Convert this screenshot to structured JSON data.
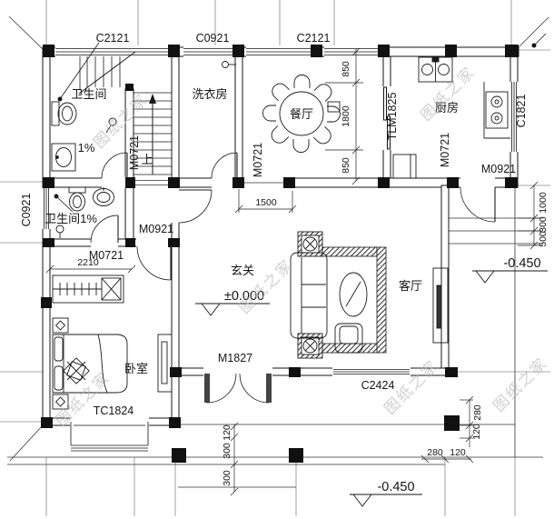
{
  "watermark": {
    "text": "图纸之家"
  },
  "rooms": {
    "bathroom_top": "卫生间",
    "slope": "1%",
    "bathroom_mid": "卫生间1%",
    "laundry": "洗衣房",
    "dining": "餐厅",
    "kitchen": "厨房",
    "foyer": "玄关",
    "living": "客厅",
    "bedroom": "卧室",
    "stair_up": "上"
  },
  "openings": {
    "c2121": "C2121",
    "c0921": "C0921",
    "c1821": "C1821",
    "c2424": "C2424",
    "tc1824": "TC1824",
    "tlm1825": "TLM1825",
    "m0721": "M0721",
    "m0921": "M0921",
    "m1827": "M1827"
  },
  "levels": {
    "ground": "±0.000",
    "outdoor": "-0.450"
  },
  "dims": {
    "d850": "850",
    "d1800": "1800",
    "d1500": "1500",
    "d2210": "2210",
    "d1000": "1000",
    "d300": "300",
    "d500": "500",
    "d280": "280",
    "d120": "120"
  }
}
